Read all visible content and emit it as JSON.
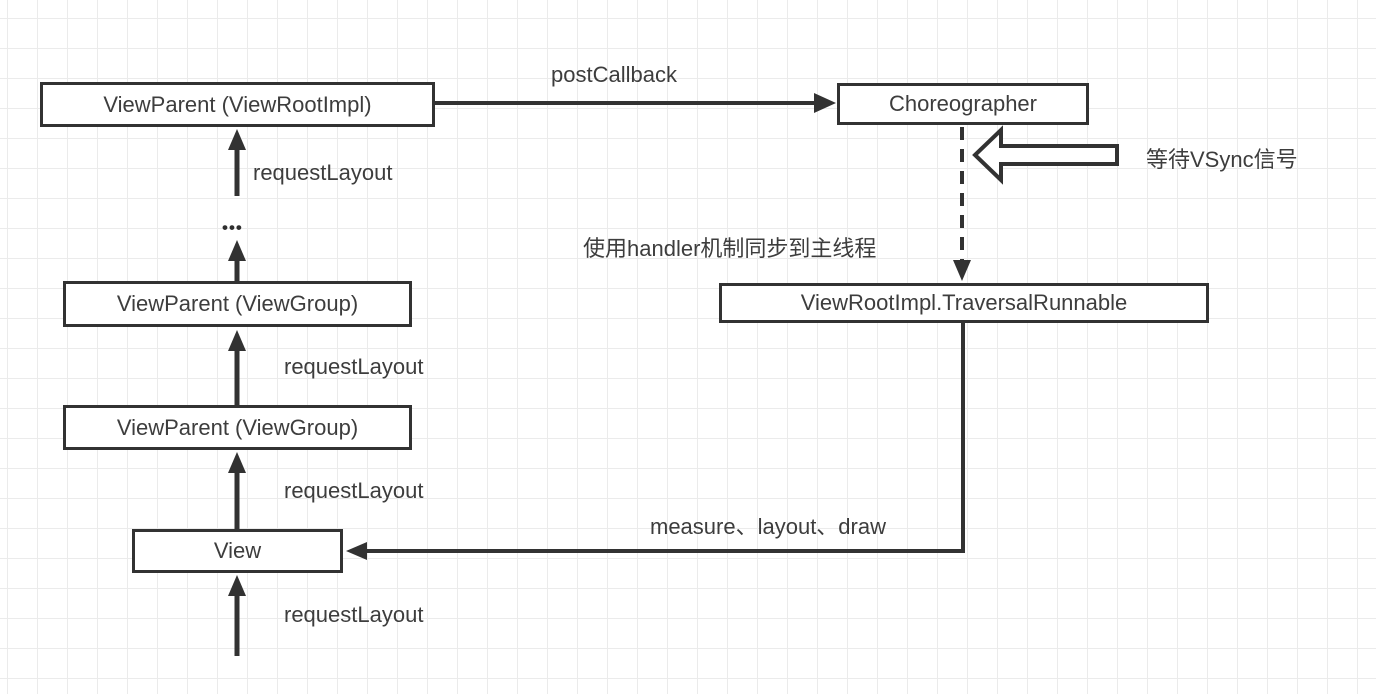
{
  "diagram": {
    "title_hint": "Android requestLayout / Choreographer traversal flow diagram",
    "colors": {
      "stroke": "#323232",
      "text": "#3d3d3d",
      "grid_line": "#ebebeb",
      "background": "#ffffff",
      "node_fill": "#ffffff"
    },
    "nodes": {
      "viewparent_rootimpl": {
        "label": "ViewParent (ViewRootImpl)"
      },
      "choreographer": {
        "label": "Choreographer"
      },
      "traversal_runnable": {
        "label": "ViewRootImpl.TraversalRunnable"
      },
      "viewparent_viewgroup_upper": {
        "label": "ViewParent (ViewGroup)"
      },
      "viewparent_viewgroup_lower": {
        "label": "ViewParent (ViewGroup)"
      },
      "view": {
        "label": "View"
      }
    },
    "edges": {
      "post_callback": {
        "label": "postCallback"
      },
      "request_layout": {
        "label": "requestLayout"
      },
      "handler_sync": {
        "label": "使用handler机制同步到主线程"
      },
      "wait_vsync": {
        "label": "等待VSync信号"
      },
      "measure_layout_draw": {
        "label": "measure、layout、draw"
      },
      "ellipsis": {
        "label": "•••"
      }
    }
  }
}
